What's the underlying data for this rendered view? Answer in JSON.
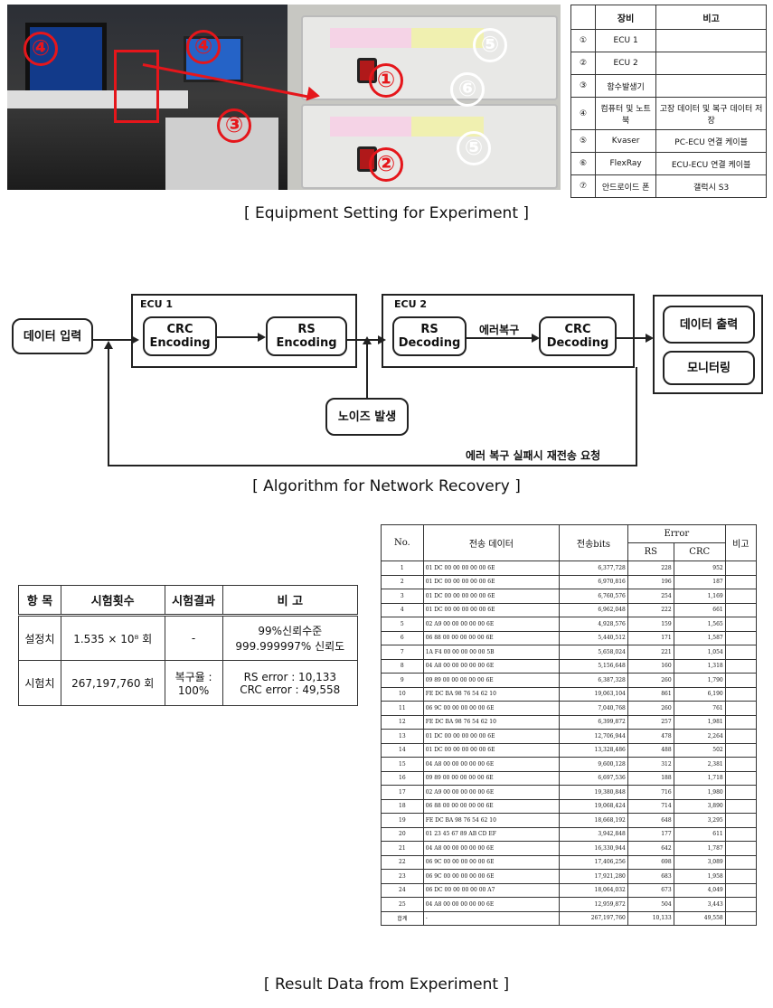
{
  "captions": {
    "equipment": "[ Equipment Setting for Experiment ]",
    "algorithm": "[ Algorithm for Network Recovery ]",
    "result": "[ Result Data from Experiment ]"
  },
  "photo_markers": [
    "④",
    "④",
    "③",
    "①",
    "②",
    "⑤",
    "⑥",
    "⑤"
  ],
  "equipment_table": {
    "headers": [
      "장비",
      "비고"
    ],
    "rows": [
      {
        "no": "①",
        "item": "ECU 1",
        "note": ""
      },
      {
        "no": "②",
        "item": "ECU 2",
        "note": ""
      },
      {
        "no": "③",
        "item": "함수발생기",
        "note": ""
      },
      {
        "no": "④",
        "item": "컴퓨터 및 노트북",
        "note": "고장 데이터 및 복구 데이터 저장"
      },
      {
        "no": "⑤",
        "item": "Kvaser",
        "note": "PC-ECU 연결 케이블"
      },
      {
        "no": "⑥",
        "item": "FlexRay",
        "note": "ECU-ECU 연결 케이블"
      },
      {
        "no": "⑦",
        "item": "안드로이드 폰",
        "note": "갤럭시 S3"
      }
    ]
  },
  "diagram": {
    "data_input": "데이터 입력",
    "ecu1": "ECU 1",
    "ecu2": "ECU 2",
    "crc_encoding": "CRC Encoding",
    "rs_encoding": "RS Encoding",
    "rs_decoding": "RS Decoding",
    "crc_decoding": "CRC Decoding",
    "error_recovery": "에러복구",
    "data_output": "데이터 출력",
    "monitoring": "모니터링",
    "noise": "노이즈 발생",
    "retransmit": "에러 복구 실패시 재전송 요청"
  },
  "summary_table": {
    "headers": [
      "항 목",
      "시험횟수",
      "시험결과",
      "비 고"
    ],
    "rows": [
      {
        "item": "설정치",
        "count": "1.535 × 10⁸ 회",
        "result": "-",
        "note1": "99%신뢰수준",
        "note2": "999.999997% 신뢰도"
      },
      {
        "item": "시험치",
        "count": "267,197,760 회",
        "result1": "복구율 :",
        "result2": "100%",
        "note1": "RS error : 10,133",
        "note2": "CRC error : 49,558"
      }
    ]
  },
  "result_table": {
    "headers": {
      "no": "No.",
      "data": "전송 데이터",
      "bits": "전송bits",
      "error": "Error",
      "rs": "RS",
      "crc": "CRC",
      "note": "비고"
    },
    "rows": [
      {
        "no": "1",
        "data": "01 DC 00 00 00 00 00 6E",
        "bits": "6,377,728",
        "rs": "228",
        "crc": "952"
      },
      {
        "no": "2",
        "data": "01 DC 00 00 00 00 00 6E",
        "bits": "6,970,816",
        "rs": "196",
        "crc": "187"
      },
      {
        "no": "3",
        "data": "01 DC 00 00 00 00 00 6E",
        "bits": "6,760,576",
        "rs": "254",
        "crc": "1,169"
      },
      {
        "no": "4",
        "data": "01 DC 00 00 00 00 00 6E",
        "bits": "6,962,048",
        "rs": "222",
        "crc": "661"
      },
      {
        "no": "5",
        "data": "02 A9 00 00 00 00 00 6E",
        "bits": "4,928,576",
        "rs": "159",
        "crc": "1,565"
      },
      {
        "no": "6",
        "data": "06 88 00 00 00 00 00 6E",
        "bits": "5,440,512",
        "rs": "171",
        "crc": "1,587"
      },
      {
        "no": "7",
        "data": "1A F4 00 00 00 00 00 5B",
        "bits": "5,658,024",
        "rs": "221",
        "crc": "1,054"
      },
      {
        "no": "8",
        "data": "04 A8 00 00 00 00 00 6E",
        "bits": "5,156,648",
        "rs": "160",
        "crc": "1,318"
      },
      {
        "no": "9",
        "data": "09 89 00 00 00 00 00 6E",
        "bits": "6,387,328",
        "rs": "260",
        "crc": "1,790"
      },
      {
        "no": "10",
        "data": "FE DC BA 98 76 54 62 10",
        "bits": "19,063,104",
        "rs": "861",
        "crc": "6,190"
      },
      {
        "no": "11",
        "data": "06 9C 00 00 00 00 00 6E",
        "bits": "7,040,768",
        "rs": "260",
        "crc": "761"
      },
      {
        "no": "12",
        "data": "FE DC BA 98 76 54 62 10",
        "bits": "6,399,872",
        "rs": "257",
        "crc": "1,981"
      },
      {
        "no": "13",
        "data": "01 DC 00 00 00 00 00 6E",
        "bits": "12,706,944",
        "rs": "478",
        "crc": "2,264"
      },
      {
        "no": "14",
        "data": "01 DC 00 00 00 00 00 6E",
        "bits": "13,328,486",
        "rs": "488",
        "crc": "502"
      },
      {
        "no": "15",
        "data": "04 A8 00 00 00 00 00 6E",
        "bits": "9,600,128",
        "rs": "312",
        "crc": "2,381"
      },
      {
        "no": "16",
        "data": "09 89 00 00 00 00 00 6E",
        "bits": "6,697,536",
        "rs": "188",
        "crc": "1,718"
      },
      {
        "no": "17",
        "data": "02 A9 00 00 00 00 00 6E",
        "bits": "19,380,848",
        "rs": "716",
        "crc": "1,980"
      },
      {
        "no": "18",
        "data": "06 88 00 00 00 00 00 6E",
        "bits": "19,068,424",
        "rs": "714",
        "crc": "3,890"
      },
      {
        "no": "19",
        "data": "FE DC BA 98 76 54 62 10",
        "bits": "18,668,192",
        "rs": "648",
        "crc": "3,295"
      },
      {
        "no": "20",
        "data": "01 23 45 67 89 AB CD EF",
        "bits": "3,942,848",
        "rs": "177",
        "crc": "611"
      },
      {
        "no": "21",
        "data": "04 A8 00 00 00 00 00 6E",
        "bits": "16,330,944",
        "rs": "642",
        "crc": "1,787"
      },
      {
        "no": "22",
        "data": "06 9C 00 00 00 00 00 6E",
        "bits": "17,406,256",
        "rs": "698",
        "crc": "3,089"
      },
      {
        "no": "23",
        "data": "06 9C 00 00 00 00 00 6E",
        "bits": "17,921,280",
        "rs": "683",
        "crc": "1,958"
      },
      {
        "no": "24",
        "data": "06 DC 00 00 00 00 00 A7",
        "bits": "18,064,032",
        "rs": "673",
        "crc": "4,049"
      },
      {
        "no": "25",
        "data": "04 A8 00 00 00 00 00 6E",
        "bits": "12,959,872",
        "rs": "504",
        "crc": "3,443"
      }
    ],
    "total": {
      "no": "합계",
      "data": "-",
      "bits": "267,197,760",
      "rs": "10,133",
      "crc": "49,558"
    }
  }
}
